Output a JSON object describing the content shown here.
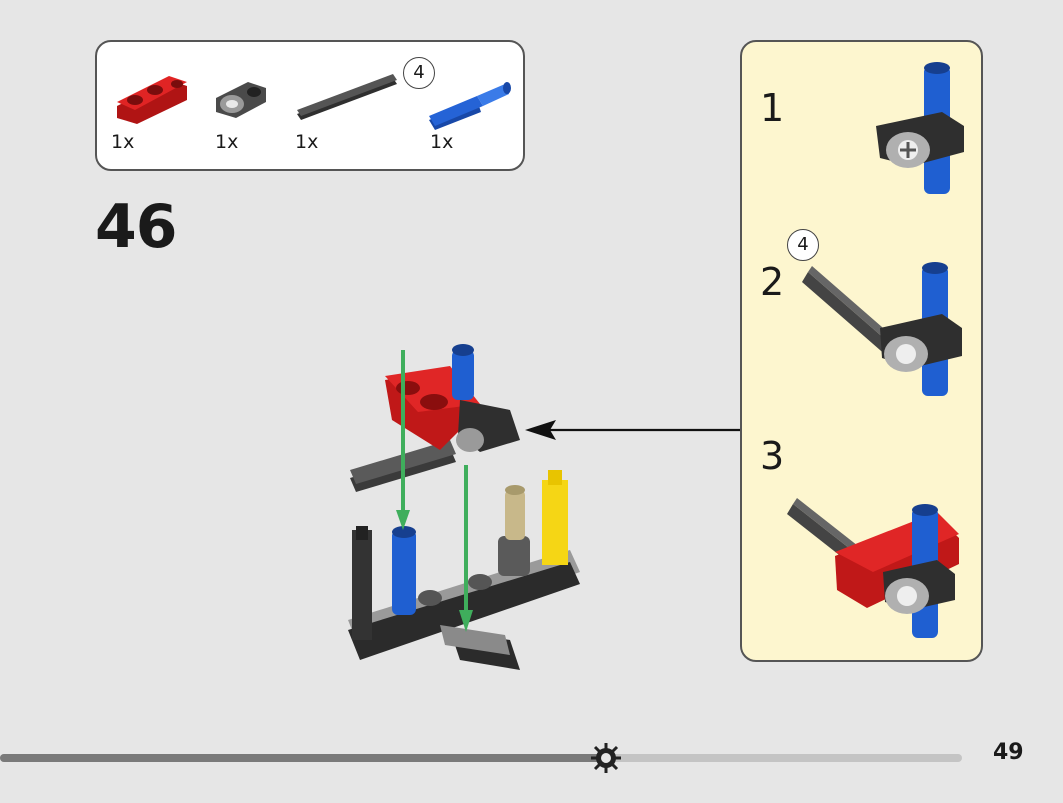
{
  "step": {
    "number": "46"
  },
  "parts": [
    {
      "name": "red-connector",
      "qty": "1x",
      "color": "#d81e1e"
    },
    {
      "name": "gray-cross-connector",
      "qty": "1x",
      "color": "#6d6d6d"
    },
    {
      "name": "dark-axle",
      "qty": "1x",
      "color": "#3a3a3a",
      "length": "4"
    },
    {
      "name": "blue-pin",
      "qty": "1x",
      "color": "#1f5fd1"
    }
  ],
  "substeps": [
    {
      "number": "1"
    },
    {
      "number": "2",
      "axle_length": "4"
    },
    {
      "number": "3"
    }
  ],
  "page": {
    "number": "49"
  },
  "colors": {
    "accent_green": "#3fae5c",
    "panel_bg": "#fdf6cf",
    "page_bg": "#e6e6e6"
  }
}
